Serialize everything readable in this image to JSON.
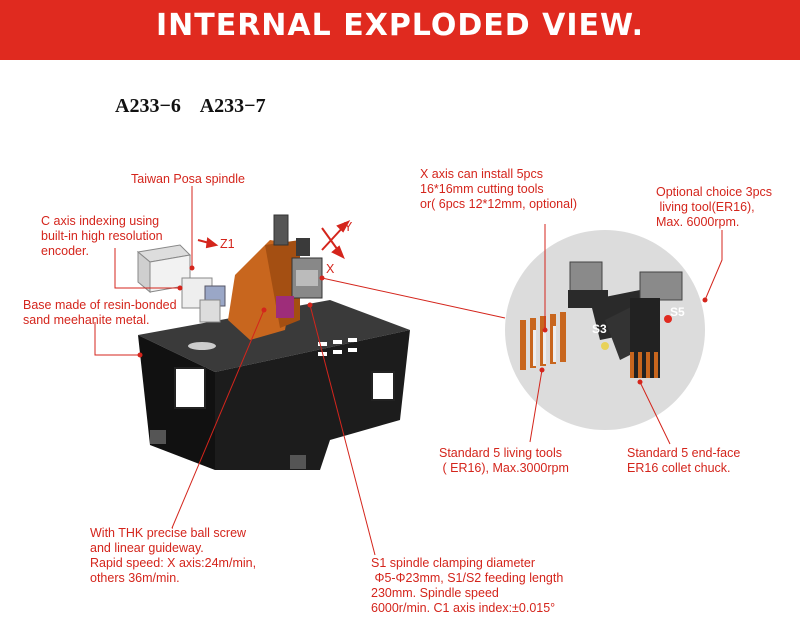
{
  "banner": {
    "title": "INTERNAL EXPLODED VIEW."
  },
  "models": "A233−6    A233−7",
  "annotations": {
    "spindle": "Taiwan Posa spindle",
    "c_axis": "C axis indexing using\nbuilt-in high resolution\nencoder.",
    "base": "Base made of resin-bonded\nsand meehanite metal.",
    "x_axis_tools": "X axis can install 5pcs\n16*16mm cutting tools\nor( 6pcs 12*12mm, optional)",
    "optional_tool": "Optional choice 3pcs\n living tool(ER16),\nMax. 6000rpm.",
    "living_tools": "Standard 5 living tools\n ( ER16), Max.3000rpm",
    "end_face": "Standard 5 end-face\nER16 collet chuck.",
    "ball_screw": "With THK precise ball screw\nand linear guideway.\nRapid speed: X axis:24m/min,\nothers 36m/min.",
    "s1_spindle": "S1 spindle clamping diameter\n Φ5-Φ23mm, S1/S2 feeding length\n230mm. Spindle speed\n6000r/min. C1 axis index:±0.015°"
  },
  "axis_labels": {
    "z1": "Z1",
    "y": "Y",
    "x": "X"
  },
  "badges": {
    "s3": "S3",
    "s5": "S5"
  },
  "colors": {
    "banner": "#e02a1f",
    "annotation": "#d4251c",
    "machine_body": "#1c1c1c",
    "spindle_head": "#c8661e"
  }
}
